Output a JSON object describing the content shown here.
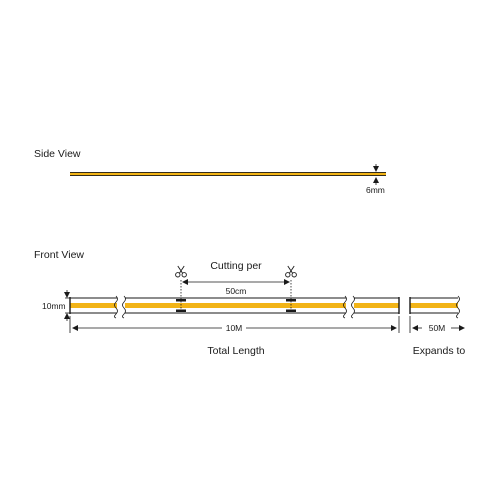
{
  "side_view": {
    "title": "Side View",
    "thickness_label": "6mm"
  },
  "front_view": {
    "title": "Front View",
    "width_label": "10mm",
    "cutting_label": "Cutting per",
    "cut_interval_label": "50cm",
    "length_label": "10M",
    "total_length_caption": "Total Length",
    "extension_label": "50M",
    "expands_caption": "Expands to"
  },
  "colors": {
    "strip": "#F2B417",
    "outline": "#1a1a1a"
  },
  "icons": [
    "scissors-icon",
    "break-mark-icon",
    "arrow-icon"
  ]
}
